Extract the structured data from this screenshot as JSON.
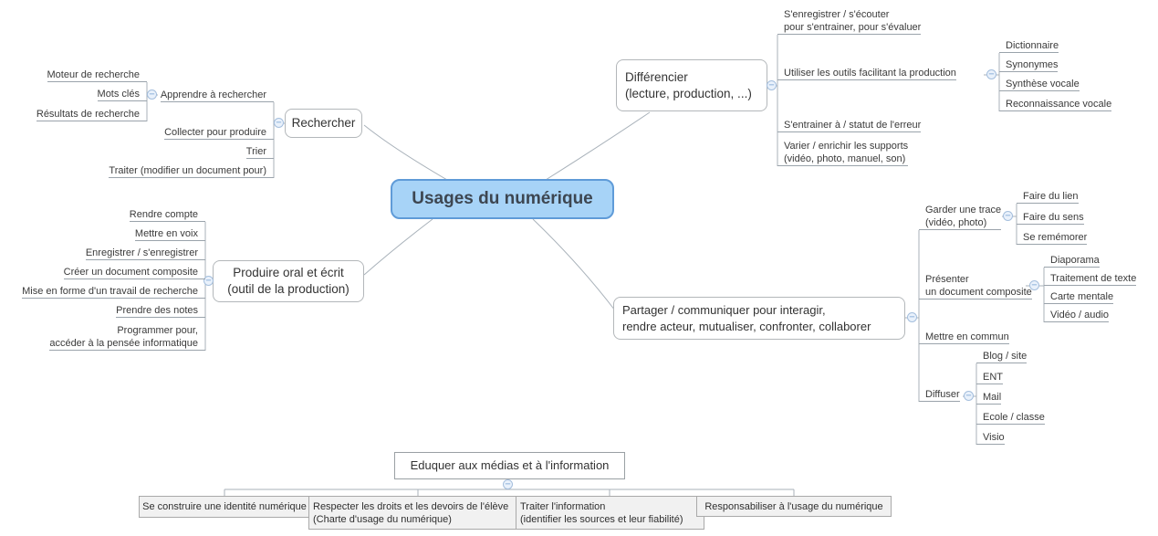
{
  "icons": {
    "minus": "−"
  },
  "colors": {
    "center_fill": "#a7d3f7",
    "center_border": "#5f9bd8",
    "connector": "#a9b2ba",
    "bottom_box_fill": "#f1f1f1"
  },
  "center": {
    "label": "Usages du numérique"
  },
  "rechercher": {
    "title": "Rechercher",
    "apprendre": "Apprendre à rechercher",
    "moteur": "Moteur de recherche",
    "mots_cles": "Mots clés",
    "resultats": "Résultats de recherche",
    "collecter": "Collecter pour produire",
    "trier": "Trier",
    "traiter": "Traiter (modifier un document pour)"
  },
  "produire": {
    "title_line1": "Produire oral et écrit",
    "title_line2": "(outil de la production)",
    "rendre_compte": "Rendre compte",
    "mettre_en_voix": "Mettre en voix",
    "enregistrer": "Enregistrer / s'enregistrer",
    "creer_document": "Créer un document composite",
    "mise_en_forme": "Mise en forme d'un travail de recherche",
    "prendre_notes": "Prendre des notes",
    "programmer_line1": "Programmer pour,",
    "programmer_line2": "accéder à la pensée informatique"
  },
  "differencier": {
    "title_line1": "Différencier",
    "title_line2": "(lecture, production, ...)",
    "senregistrer_line1": "S'enregistrer / s'écouter",
    "senregistrer_line2": "pour s'entrainer, pour s'évaluer",
    "utiliser": "Utiliser les outils facilitant la production",
    "dictionnaire": "Dictionnaire",
    "synonymes": "Synonymes",
    "synthese": "Synthèse vocale",
    "reconnaissance": "Reconnaissance vocale",
    "sentrainer": "S'entrainer à / statut de l'erreur",
    "varier_line1": "Varier / enrichir les supports",
    "varier_line2": "(vidéo, photo, manuel, son)"
  },
  "partager": {
    "title_line1": "Partager / communiquer pour interagir,",
    "title_line2": "rendre acteur, mutualiser, confronter, collaborer",
    "garder_line1": "Garder une trace",
    "garder_line2": "(vidéo, photo)",
    "faire_lien": "Faire du lien",
    "faire_sens": "Faire du sens",
    "rememorer": "Se remémorer",
    "presenter_line1": "Présenter",
    "presenter_line2": "un document composite",
    "diaporama": "Diaporama",
    "traitement_texte": "Traitement de texte",
    "carte_mentale": "Carte mentale",
    "video_audio": "Vidéo / audio",
    "mettre_commun": "Mettre en commun",
    "diffuser": "Diffuser",
    "blog": "Blog / site",
    "ent": "ENT",
    "mail": "Mail",
    "ecole": "Ecole / classe",
    "visio": "Visio"
  },
  "eduquer": {
    "title": "Eduquer aux médias et à l'information",
    "identite": "Se construire une identité numérique",
    "respecter_line1": "Respecter les droits et les devoirs de l'élève",
    "respecter_line2": "(Charte d'usage du numérique)",
    "traiter_line1": "Traiter l'information",
    "traiter_line2": "(identifier les sources et leur fiabilité)",
    "responsabiliser": "Responsabiliser à l'usage du numérique"
  }
}
